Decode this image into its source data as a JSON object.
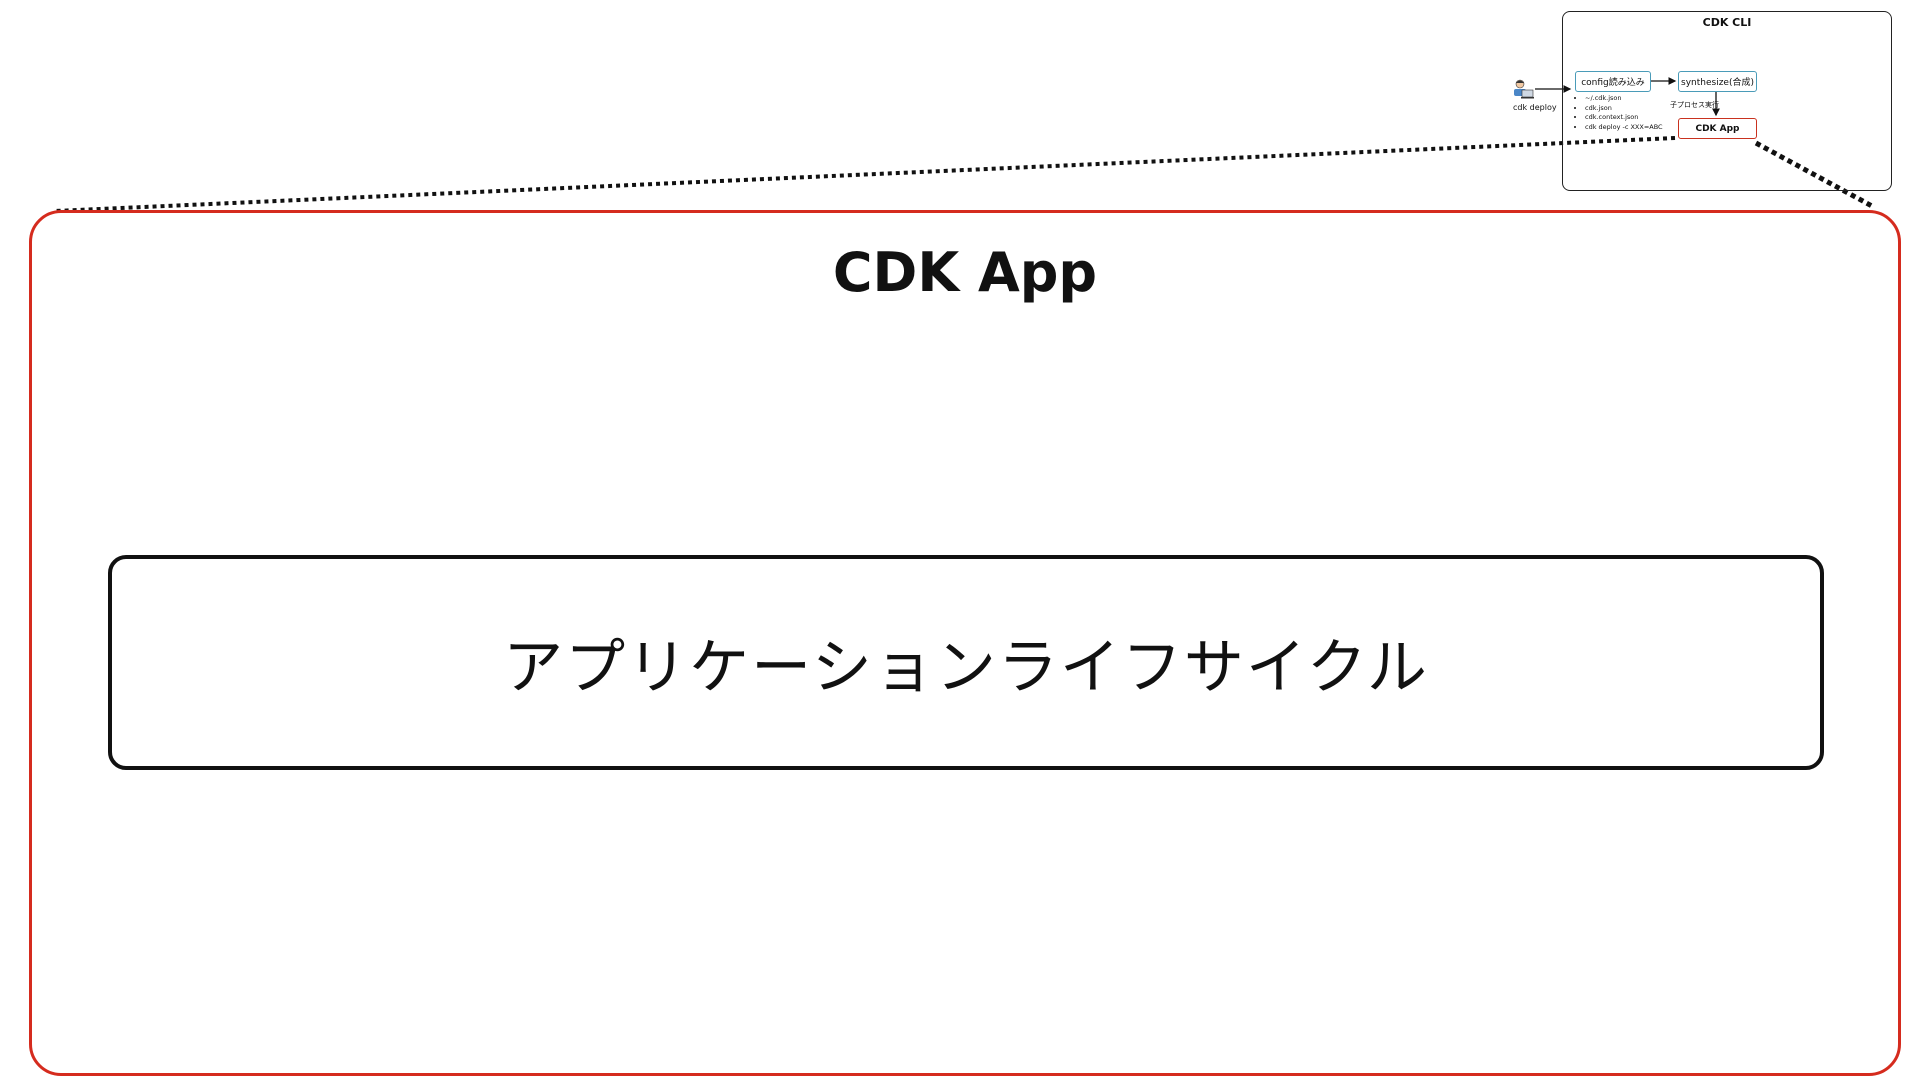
{
  "cli_panel": {
    "title": "CDK CLI",
    "user": {
      "icon": "developer-icon",
      "label": "cdk deploy"
    },
    "config_step": {
      "label": "config読み込み",
      "sources": [
        "~/.cdk.json",
        "cdk.json",
        "cdk.context.json",
        "cdk deploy -c XXX=ABC"
      ]
    },
    "synth_step": {
      "label": "synthesize(合成)"
    },
    "subprocess_note": "子プロセス実行",
    "app_step": {
      "label": "CDK App"
    }
  },
  "app_detail": {
    "title": "CDK App",
    "lifecycle_label": "アプリケーションライフサイクル"
  },
  "colors": {
    "app_border": "#d52b1e",
    "step_border": "#4a9bb8",
    "line": "#111111"
  }
}
